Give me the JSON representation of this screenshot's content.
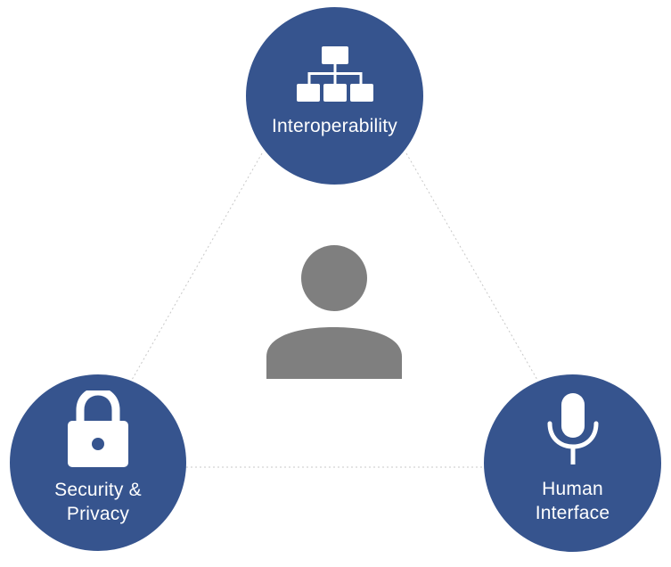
{
  "diagram": {
    "nodes": [
      {
        "id": "interoperability",
        "label": "Interoperability",
        "icon": "hierarchy-icon"
      },
      {
        "id": "security",
        "label": "Security &\nPrivacy",
        "icon": "lock-icon"
      },
      {
        "id": "human-interface",
        "label": "Human\nInterface",
        "icon": "microphone-icon"
      }
    ],
    "center_icon": "person-icon",
    "colors": {
      "node_fill": "#36548e",
      "icon_fill": "#ffffff",
      "person_fill": "#7f7f7f",
      "connector": "#c8c8c8"
    }
  }
}
